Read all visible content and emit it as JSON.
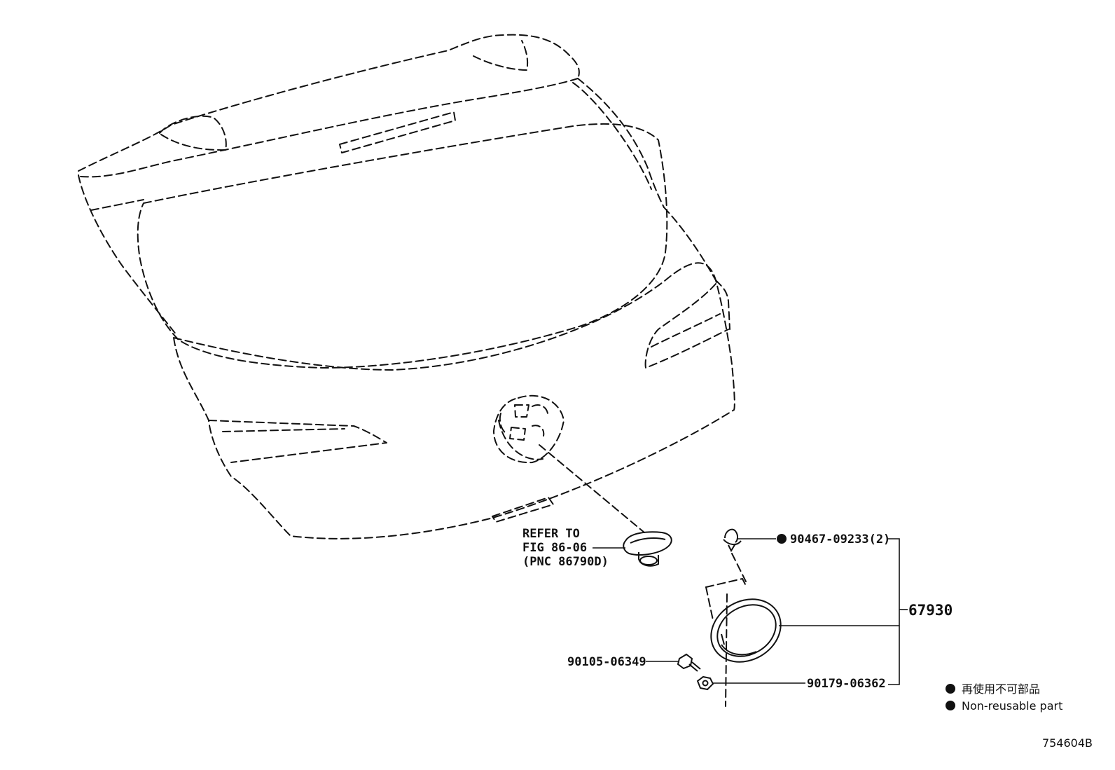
{
  "callouts": {
    "refer_line1": "REFER TO",
    "refer_line2": "FIG 86-06",
    "refer_line3": "(PNC 86790D)",
    "clip_part": "90467-09233(2)",
    "emblem_assy": "67930",
    "screw_part": "90105-06349",
    "nut_part": "90179-06362"
  },
  "legend": {
    "jp": "再使用不可部品",
    "en": "Non-reusable part"
  },
  "illustration_id": "754604B",
  "colors": {
    "line": "#111111",
    "background": "#ffffff"
  }
}
